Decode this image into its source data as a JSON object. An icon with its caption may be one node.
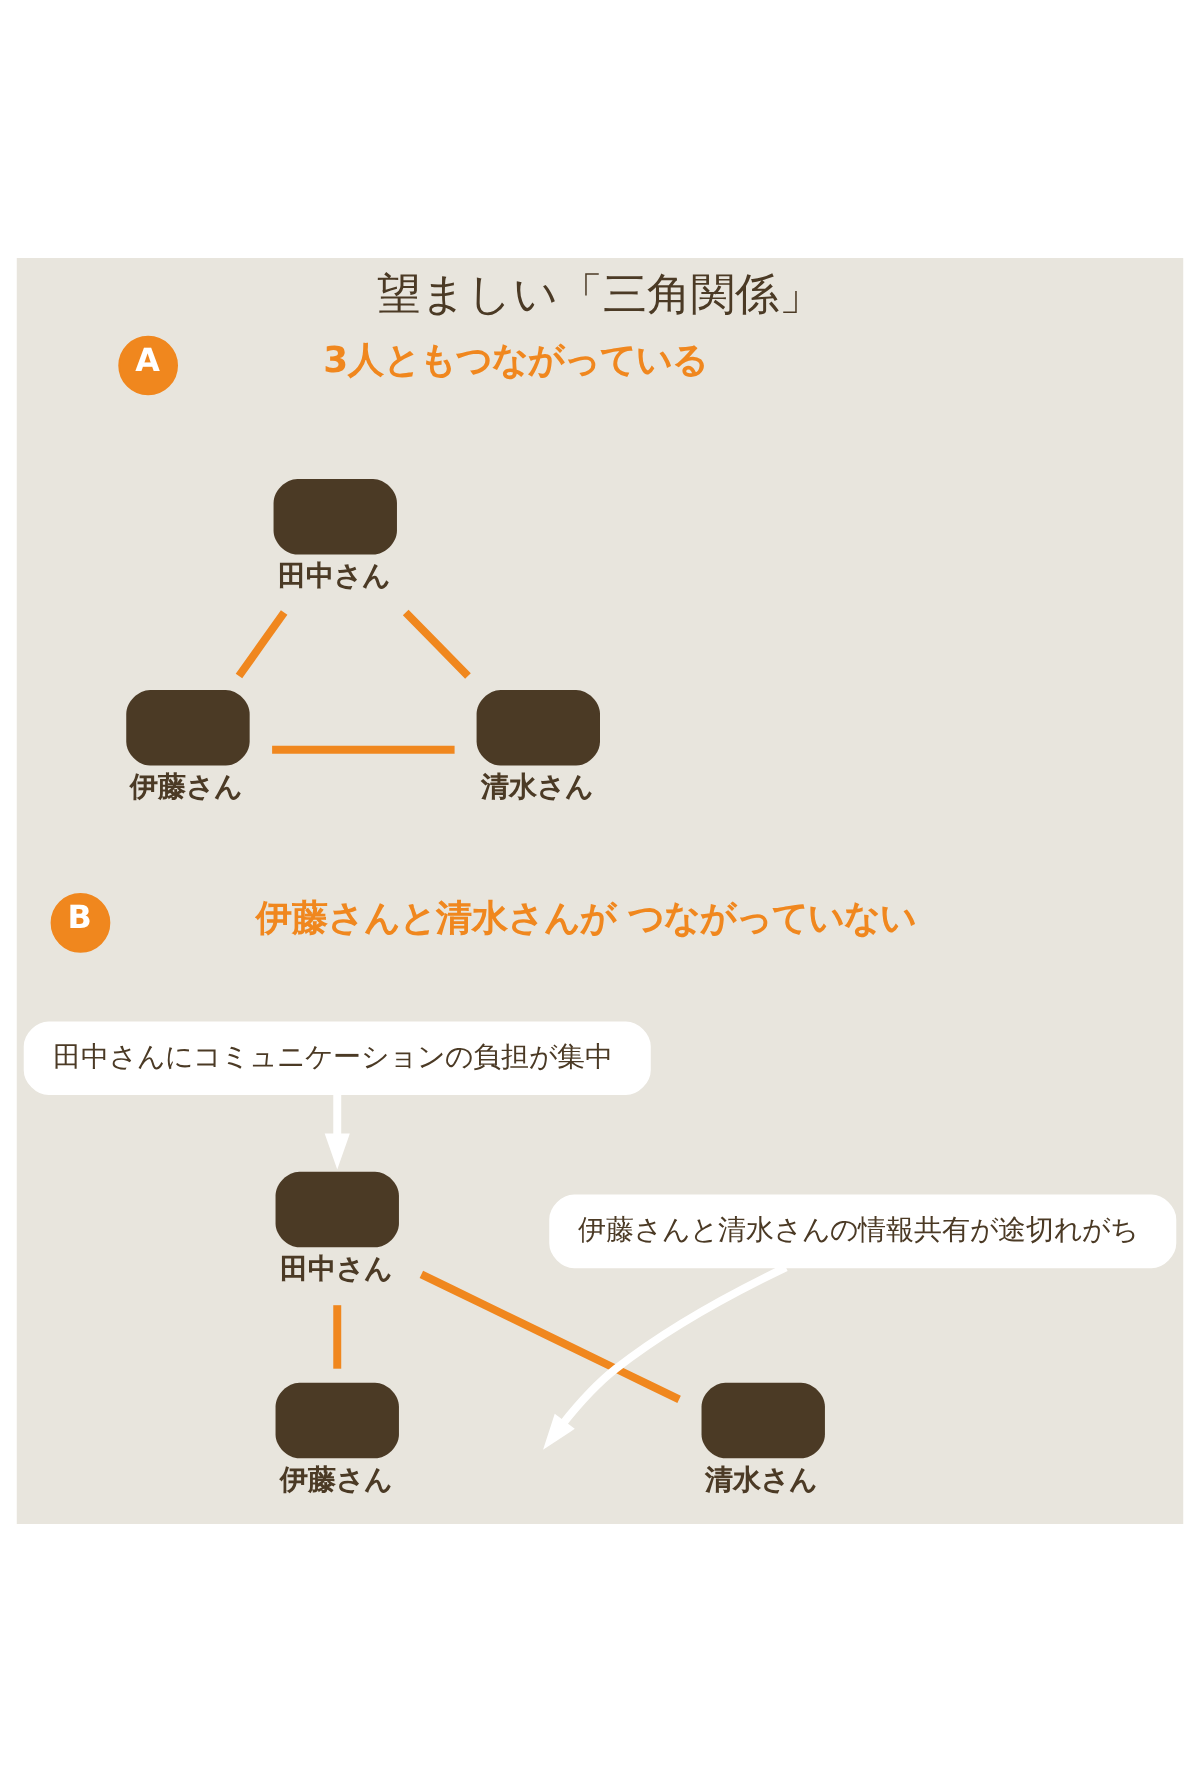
{
  "diagram": {
    "title": "望ましい「三角関係」",
    "nodes": [
      {
        "text": [
          "A"
        ]
      },
      {
        "text": [
          "田中さん"
        ]
      },
      {
        "text": [
          "伊藤さん"
        ]
      },
      {
        "text": [
          "清水さん"
        ]
      },
      {
        "text": [
          "B"
        ]
      },
      {
        "text": [
          "田中さんにコミュニケーションの負担が集中"
        ]
      },
      {
        "text": [
          "田中さん"
        ]
      },
      {
        "text": [
          "伊藤さん"
        ]
      },
      {
        "text": [
          "清水さん"
        ]
      },
      {
        "text": [
          "伊藤さんと清水さんの情報共有が途切れがち"
        ]
      }
    ],
    "edges": [
      {
        "from": 1,
        "to": 2,
        "arrow": "none"
      },
      {
        "from": 1,
        "to": 3,
        "arrow": "none"
      },
      {
        "from": 2,
        "to": 3,
        "arrow": "none"
      },
      {
        "from": 5,
        "to": 6,
        "arrow": "to",
        "color": "#ffffff"
      },
      {
        "from": 6,
        "to": 7,
        "arrow": "none"
      },
      {
        "from": 6,
        "to": 8,
        "arrow": "none"
      },
      {
        "from": 9,
        "to": null,
        "arrow": "to",
        "color": "#ffffff"
      }
    ],
    "labels": [
      "3人ともつながっている",
      "伊藤さんと清水さんが つながっていない"
    ]
  }
}
